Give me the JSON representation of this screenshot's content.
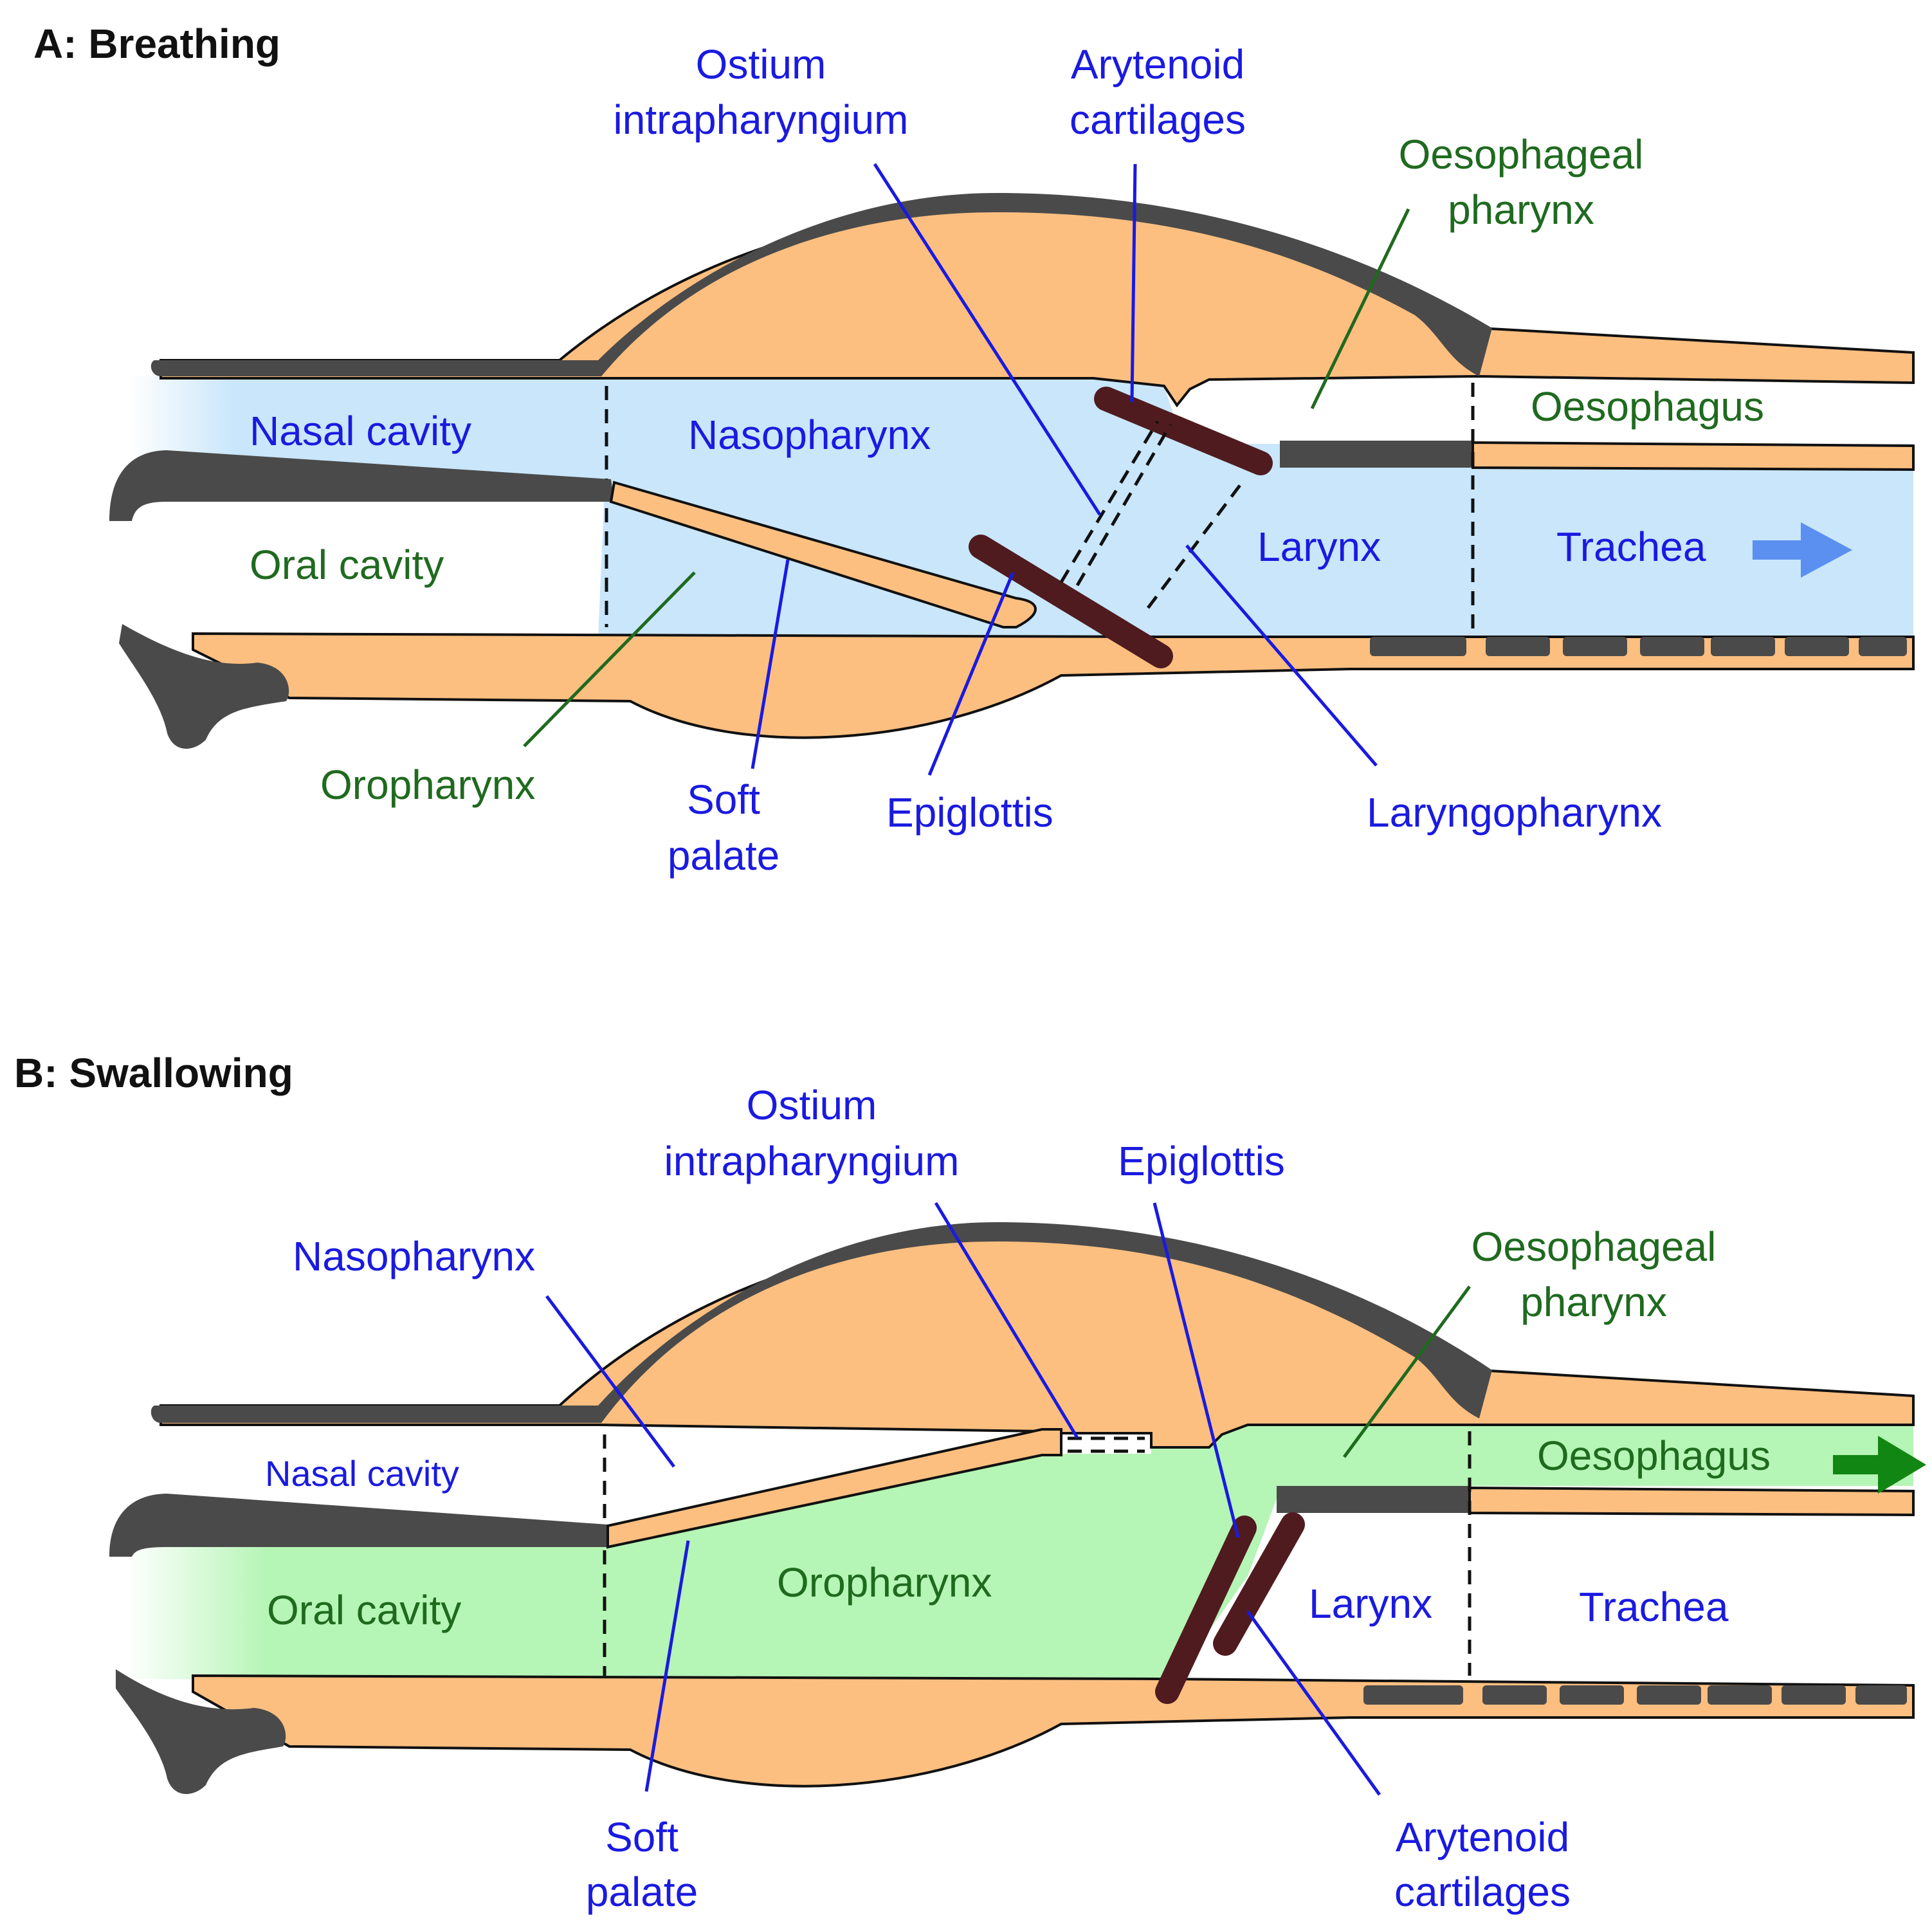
{
  "panels": {
    "a": {
      "title": "A: Breathing",
      "labels": {
        "ostium_1": "Ostium",
        "ostium_2": "intrapharyngium",
        "arytenoid_1": "Arytenoid",
        "arytenoid_2": "cartilages",
        "oesophageal_pharynx_1": "Oesophageal",
        "oesophageal_pharynx_2": "pharynx",
        "nasal_cavity": "Nasal cavity",
        "nasopharynx": "Nasopharynx",
        "oesophagus": "Oesophagus",
        "oral_cavity": "Oral cavity",
        "larynx": "Larynx",
        "trachea": "Trachea",
        "oropharynx": "Oropharynx",
        "soft_palate_1": "Soft",
        "soft_palate_2": "palate",
        "epiglottis": "Epiglottis",
        "laryngopharynx": "Laryngopharynx"
      }
    },
    "b": {
      "title": "B: Swallowing",
      "labels": {
        "ostium_1": "Ostium",
        "ostium_2": "intrapharyngium",
        "epiglottis": "Epiglottis",
        "nasopharynx": "Nasopharynx",
        "oesophageal_pharynx_1": "Oesophageal",
        "oesophageal_pharynx_2": "pharynx",
        "nasal_cavity": "Nasal cavity",
        "oesophagus": "Oesophagus",
        "oropharynx": "Oropharynx",
        "oral_cavity": "Oral cavity",
        "larynx": "Larynx",
        "trachea": "Trachea",
        "soft_palate_1": "Soft",
        "soft_palate_2": "palate",
        "arytenoid_1": "Arytenoid",
        "arytenoid_2": "cartilages"
      }
    }
  },
  "colors": {
    "tissue": "#FDBF80",
    "dark": "#4A4A4A",
    "cartilage": "#4F1B1F",
    "air": "#C9E6FB",
    "food": "#B5F5B5",
    "blue_label": "#1A1AE0",
    "green_label": "#1F6A1F",
    "air_arrow": "#5B8FF0",
    "food_arrow": "#128612"
  },
  "icons": {
    "air_flow": "arrow-right-icon",
    "food_flow": "arrow-right-icon"
  }
}
